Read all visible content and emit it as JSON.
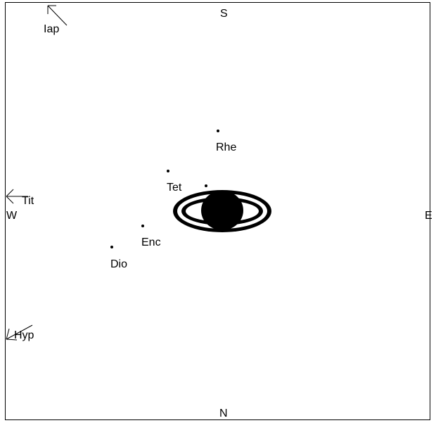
{
  "directions": {
    "south": "S",
    "north": "N",
    "west": "W",
    "east": "E"
  },
  "planet": {
    "icon": "saturn-icon"
  },
  "moons": {
    "rhea": "Rhe",
    "tethys": "Tet",
    "enceladus": "Enc",
    "dione": "Dio",
    "mimas_icon": "moon-dot-icon"
  },
  "offscreen": {
    "iapetus": "Iap",
    "titan": "Tit",
    "hyperion": "Hyp",
    "arrow_icon": "arrow-icon"
  },
  "colors": {
    "ink": "#000000",
    "background": "#ffffff"
  }
}
